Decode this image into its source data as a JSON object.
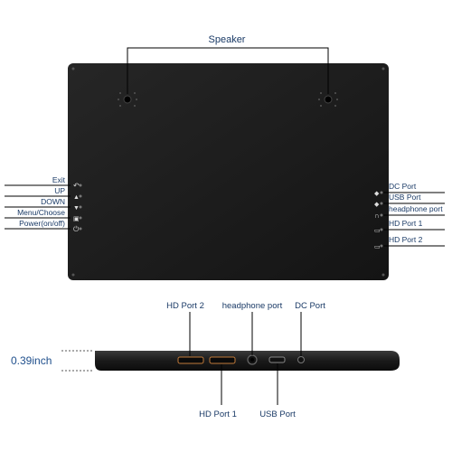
{
  "speaker_label": "Speaker",
  "left_labels": [
    {
      "text": "Exit",
      "icon": "exit-icon"
    },
    {
      "text": "UP",
      "icon": "up-icon"
    },
    {
      "text": "DOWN",
      "icon": "down-icon"
    },
    {
      "text": "Menu/Choose",
      "icon": "menu-icon"
    },
    {
      "text": "Power(on/off)",
      "icon": "power-icon"
    }
  ],
  "right_labels": [
    {
      "text": "DC Port",
      "icon": "dc-port-icon"
    },
    {
      "text": "USB Port",
      "icon": "usb-port-icon"
    },
    {
      "text": "headphone port",
      "icon": "headphone-icon"
    },
    {
      "text": "HD Port 1",
      "icon": "hd-port-icon"
    },
    {
      "text": "HD Port 2",
      "icon": "hd-port-icon"
    }
  ],
  "side_top_labels": {
    "hd_port_2": "HD Port 2",
    "headphone_port": "headphone port",
    "dc_port": "DC Port"
  },
  "side_bottom_labels": {
    "hd_port_1": "HD Port 1",
    "usb_port": "USB Port"
  },
  "thickness_label": "0.39inch",
  "colors": {
    "panel": "#1c1c1c",
    "label_text": "#1a3a66",
    "thickness_text": "#1f4f8c",
    "line": "#000000"
  }
}
